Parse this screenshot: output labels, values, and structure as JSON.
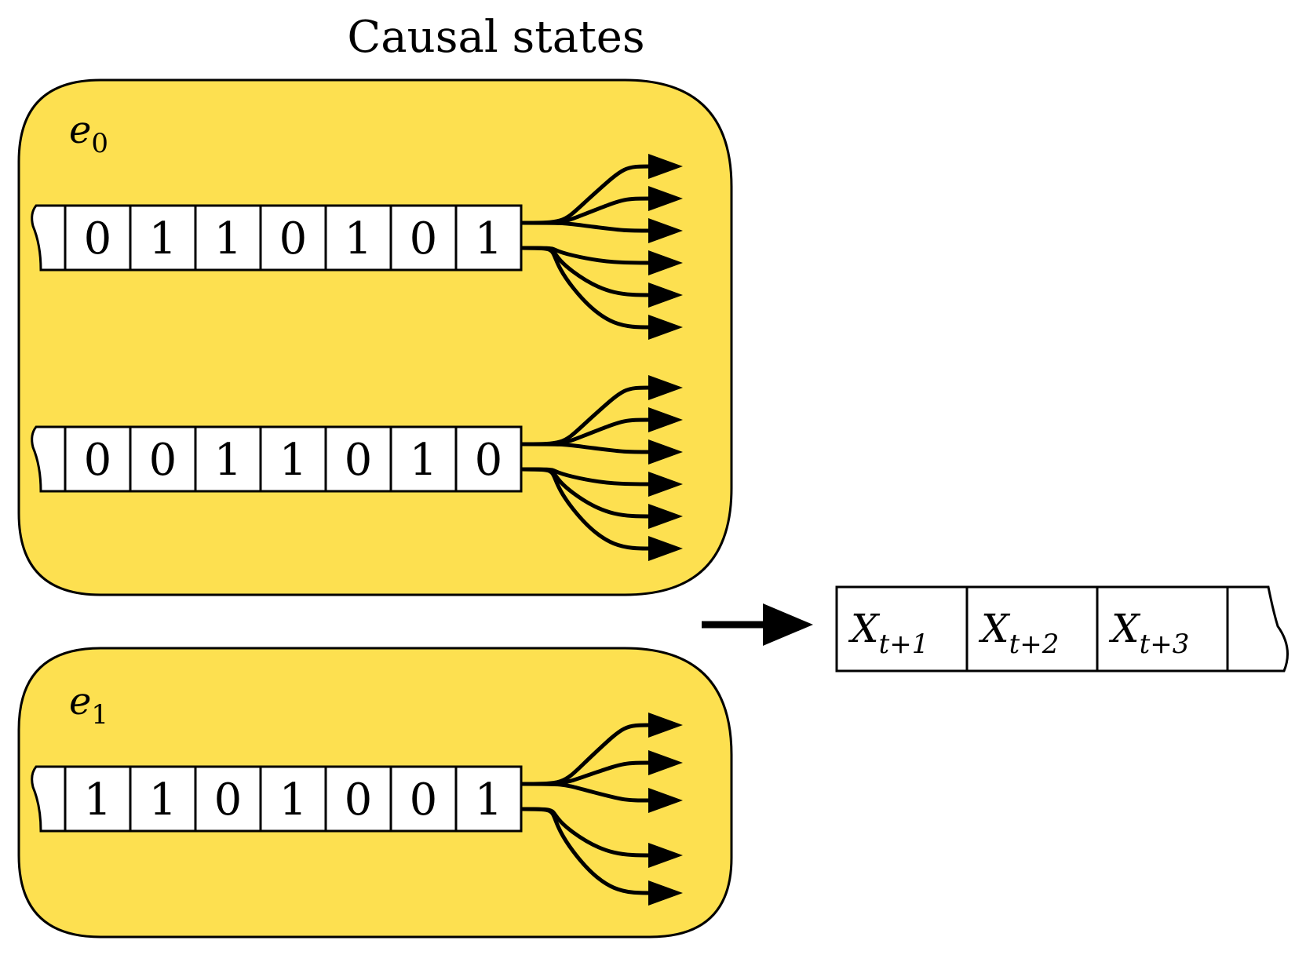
{
  "title": "Causal states",
  "states": [
    {
      "label": "e",
      "subscript": "0",
      "sequences": [
        {
          "digits": [
            "0",
            "1",
            "1",
            "0",
            "1",
            "0",
            "1"
          ],
          "futures": 6
        },
        {
          "digits": [
            "0",
            "0",
            "1",
            "1",
            "0",
            "1",
            "0"
          ],
          "futures": 6
        }
      ]
    },
    {
      "label": "e",
      "subscript": "1",
      "sequences": [
        {
          "digits": [
            "1",
            "1",
            "0",
            "1",
            "0",
            "0",
            "1"
          ],
          "futures": 5
        }
      ]
    }
  ],
  "future_tape": {
    "cells": [
      {
        "var": "X",
        "sub": "t+1"
      },
      {
        "var": "X",
        "sub": "t+2"
      },
      {
        "var": "X",
        "sub": "t+3"
      }
    ]
  },
  "colors": {
    "state_fill": "#FDE050",
    "stroke": "#000000",
    "cell_fill": "#FFFFFF"
  }
}
